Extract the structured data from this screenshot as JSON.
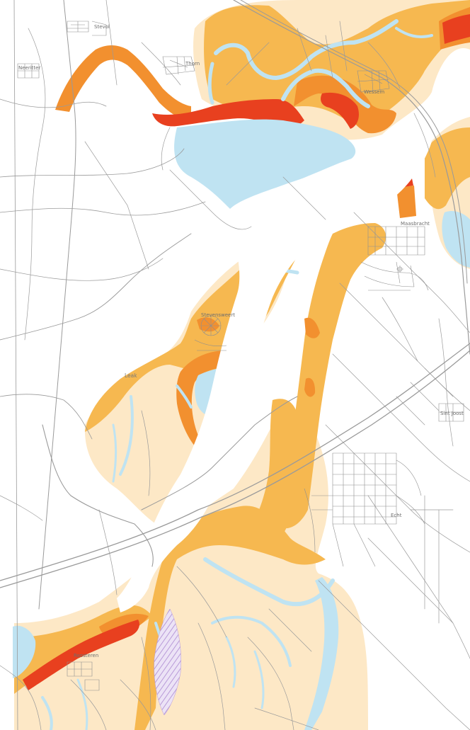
{
  "map": {
    "colors": {
      "background": "#ffffff",
      "water": "#bfe3f2",
      "zone_light": "#fde8c6",
      "zone_mid": "#f6b850",
      "zone_strong": "#f2902f",
      "zone_red": "#e8401f",
      "road": "#9a9a9a",
      "hatch": "#c9b3e0"
    },
    "places": {
      "stevol": "Stevol",
      "neeritter": "Neeritter",
      "thorn": "Thorn",
      "wessem": "Wessem",
      "maasbracht": "Maasbracht",
      "stevensweert": "Stevensweert",
      "leak": "Leak",
      "sint_joost": "Sint Joost",
      "echt": "Echt",
      "roosteren": "Roosteren"
    }
  }
}
